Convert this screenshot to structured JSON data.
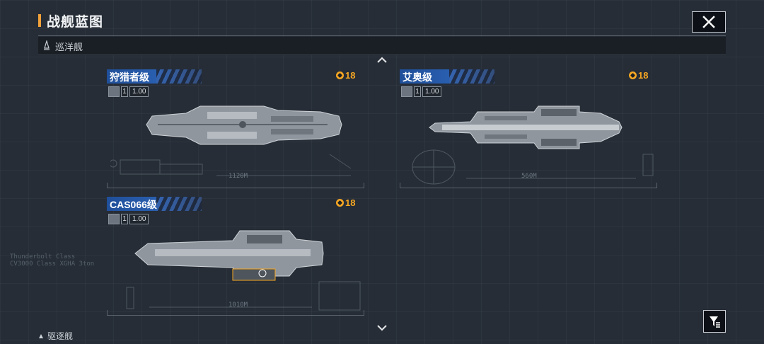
{
  "header": {
    "title": "战舰蓝图"
  },
  "subheader": {
    "category": "巡洋舰"
  },
  "cards": [
    {
      "name": "狩猎者级",
      "cost": "18",
      "level": "1",
      "value": "1.00",
      "dim": "1120M"
    },
    {
      "name": "艾奥级",
      "cost": "18",
      "level": "1",
      "value": "1.00",
      "dim": "560M"
    },
    {
      "name": "CAS066级",
      "cost": "18",
      "level": "1",
      "value": "1.00",
      "dim": "1010M"
    }
  ],
  "footer": {
    "next_category": "驱逐舰"
  },
  "icons": {
    "close": "close-icon",
    "scroll_up": "chevron-up-icon",
    "scroll_down": "chevron-down-icon",
    "filter": "filter-icon",
    "cost": "coin-icon"
  },
  "colors": {
    "accent": "#f2a13a",
    "cost": "#f5a623",
    "name_tab": "#2a5fb0",
    "background": "#262d36"
  }
}
